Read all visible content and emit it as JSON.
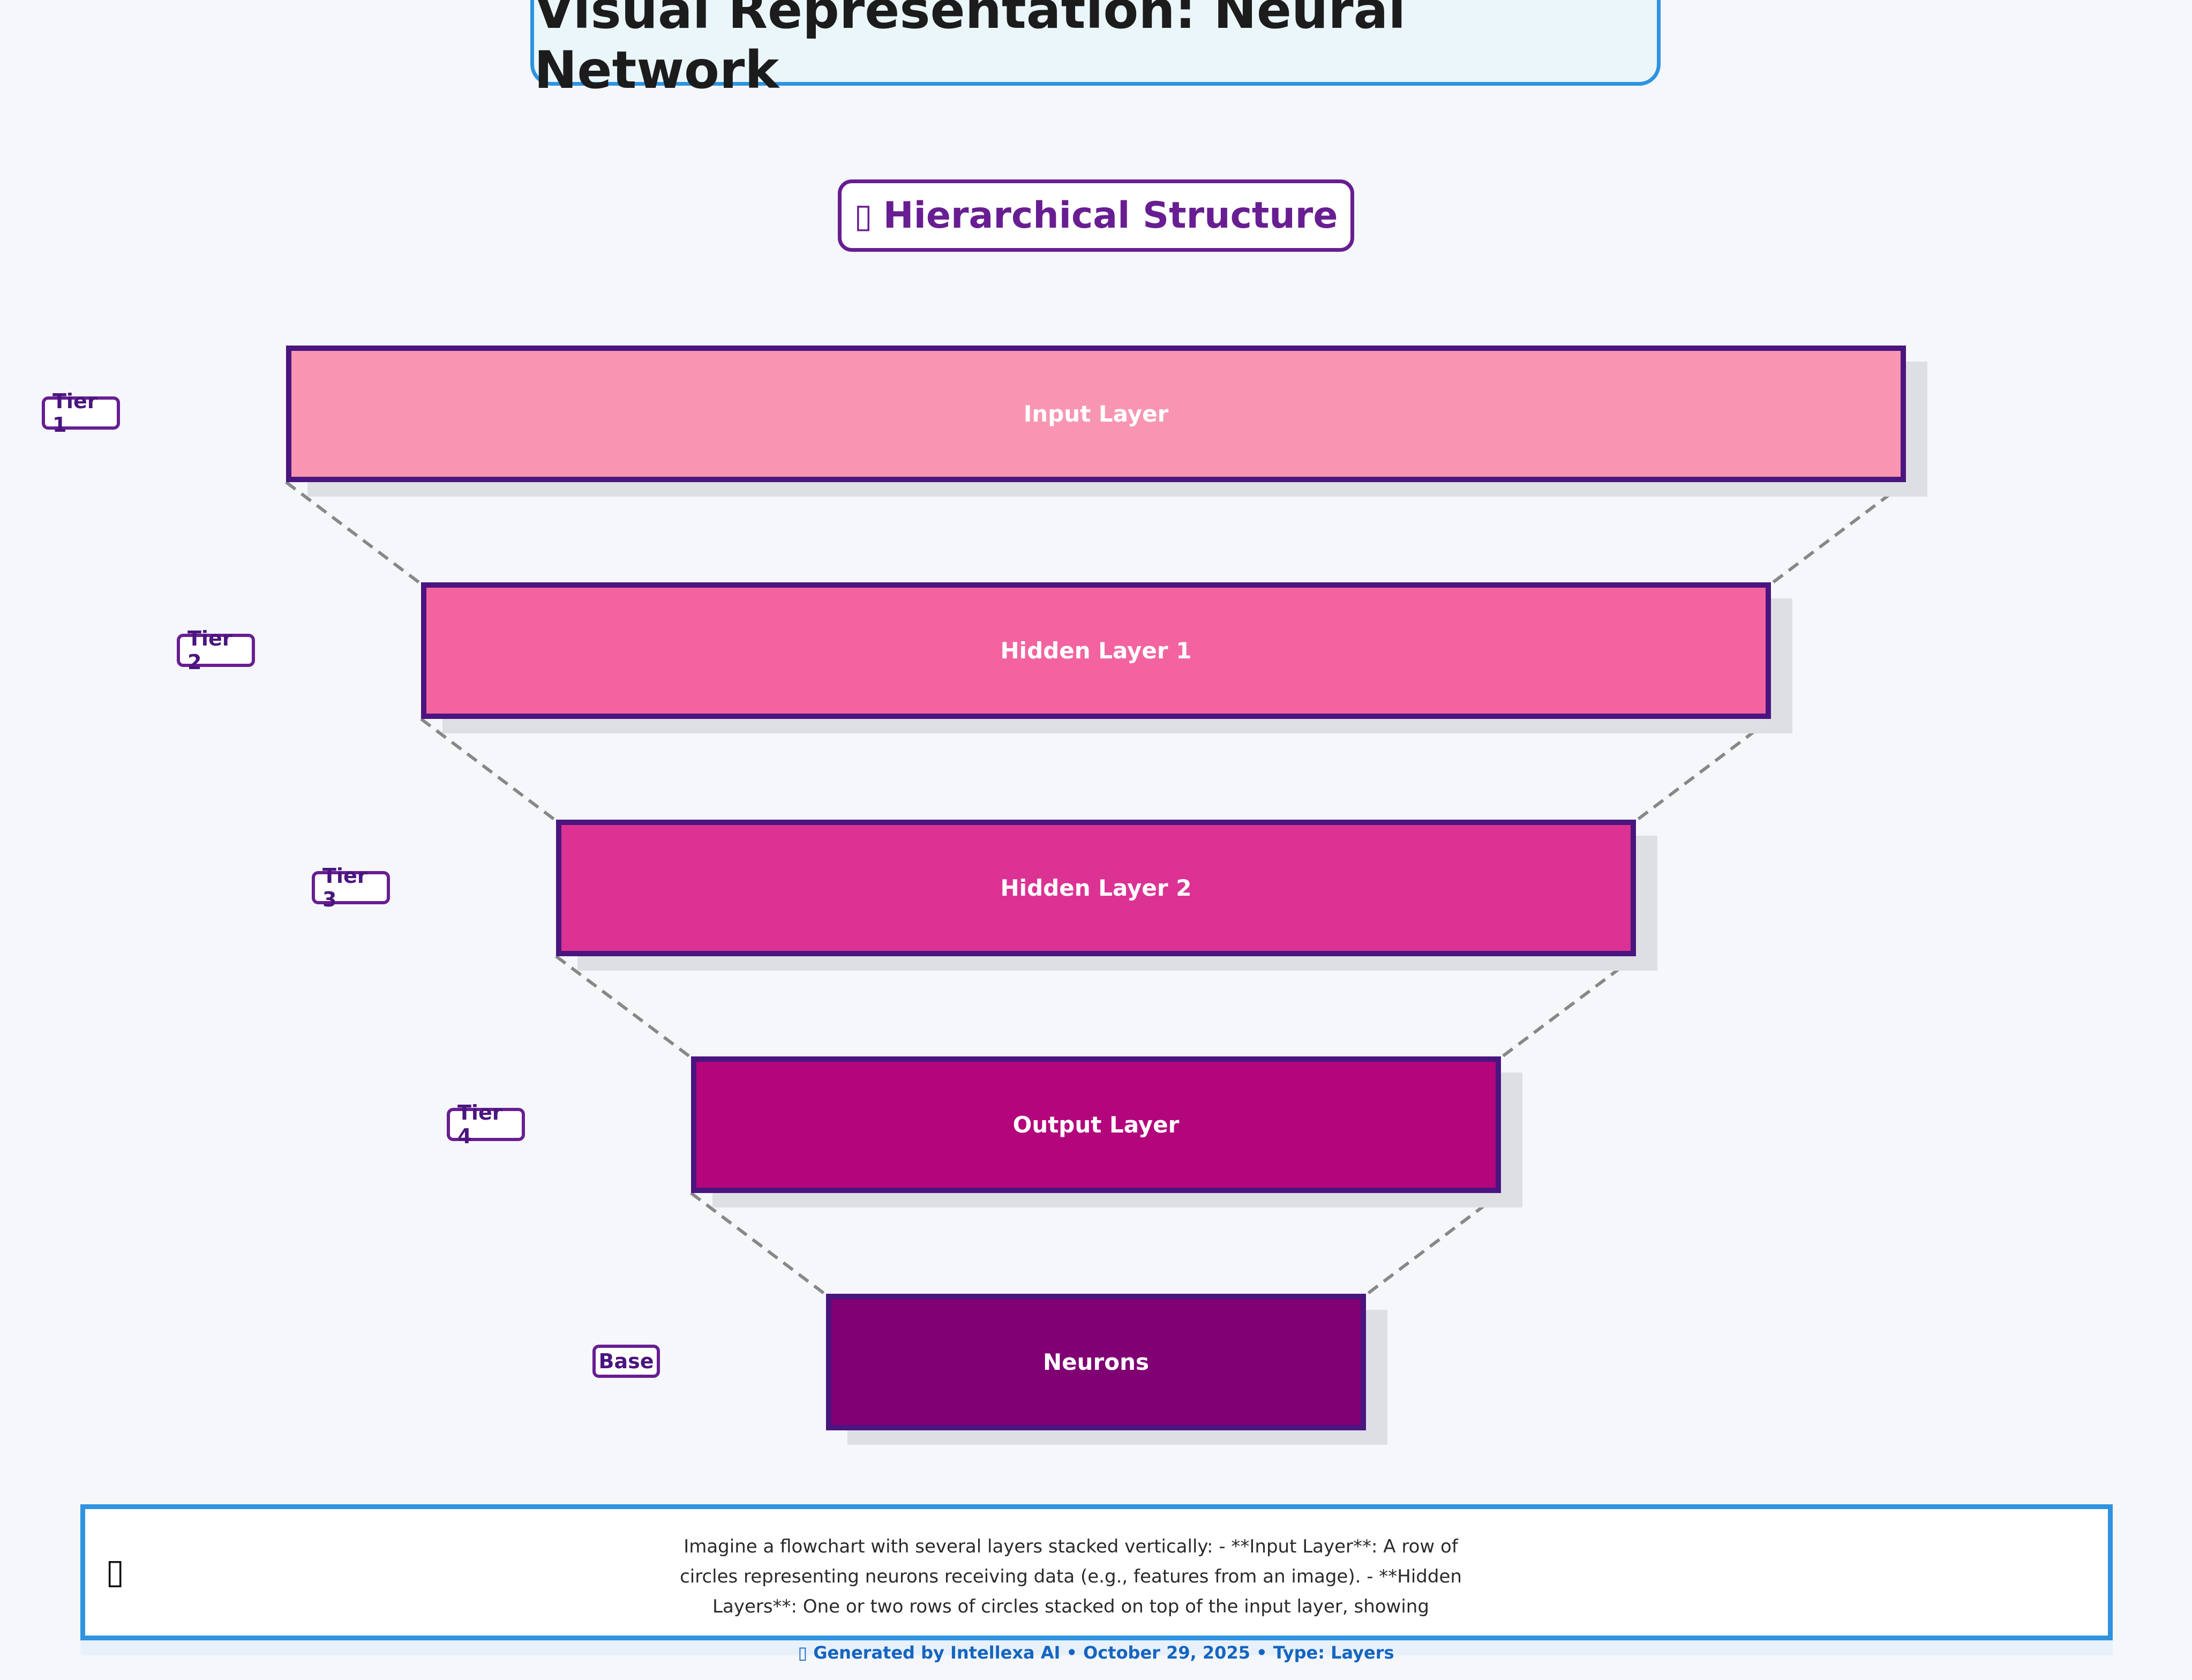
{
  "title": "Visual Representation: Neural Network",
  "subtitle": {
    "icon": "▯",
    "icon_name": "tofu-missing-glyph-icon",
    "text": "Hierarchical Structure"
  },
  "layers": [
    {
      "tier": "Tier 1",
      "label": "Input Layer",
      "color": "#f896b1"
    },
    {
      "tier": "Tier 2",
      "label": "Hidden Layer 1",
      "color": "#f3639f"
    },
    {
      "tier": "Tier 3",
      "label": "Hidden Layer 2",
      "color": "#dc3294"
    },
    {
      "tier": "Tier 4",
      "label": "Output Layer",
      "color": "#b3067c"
    },
    {
      "tier": "Base",
      "label": "Neurons",
      "color": "#800073"
    }
  ],
  "description": {
    "icon": "▯",
    "icon_name": "tofu-missing-glyph-icon",
    "lines": [
      "Imagine a flowchart with several layers stacked vertically: - **Input Layer**: A row of",
      "circles representing neurons receiving data (e.g., features from an image). - **Hidden",
      "Layers**: One or two rows of circles stacked on top of the input layer, showing"
    ]
  },
  "footer": "▯ Generated by Intellexa AI • October 29, 2025 • Type: Layers",
  "colors": {
    "title_border": "#2f93e0",
    "accent_purple": "#681e92",
    "layer_border": "#4a157f",
    "connector": "#888888",
    "footer_text": "#1565c0"
  }
}
